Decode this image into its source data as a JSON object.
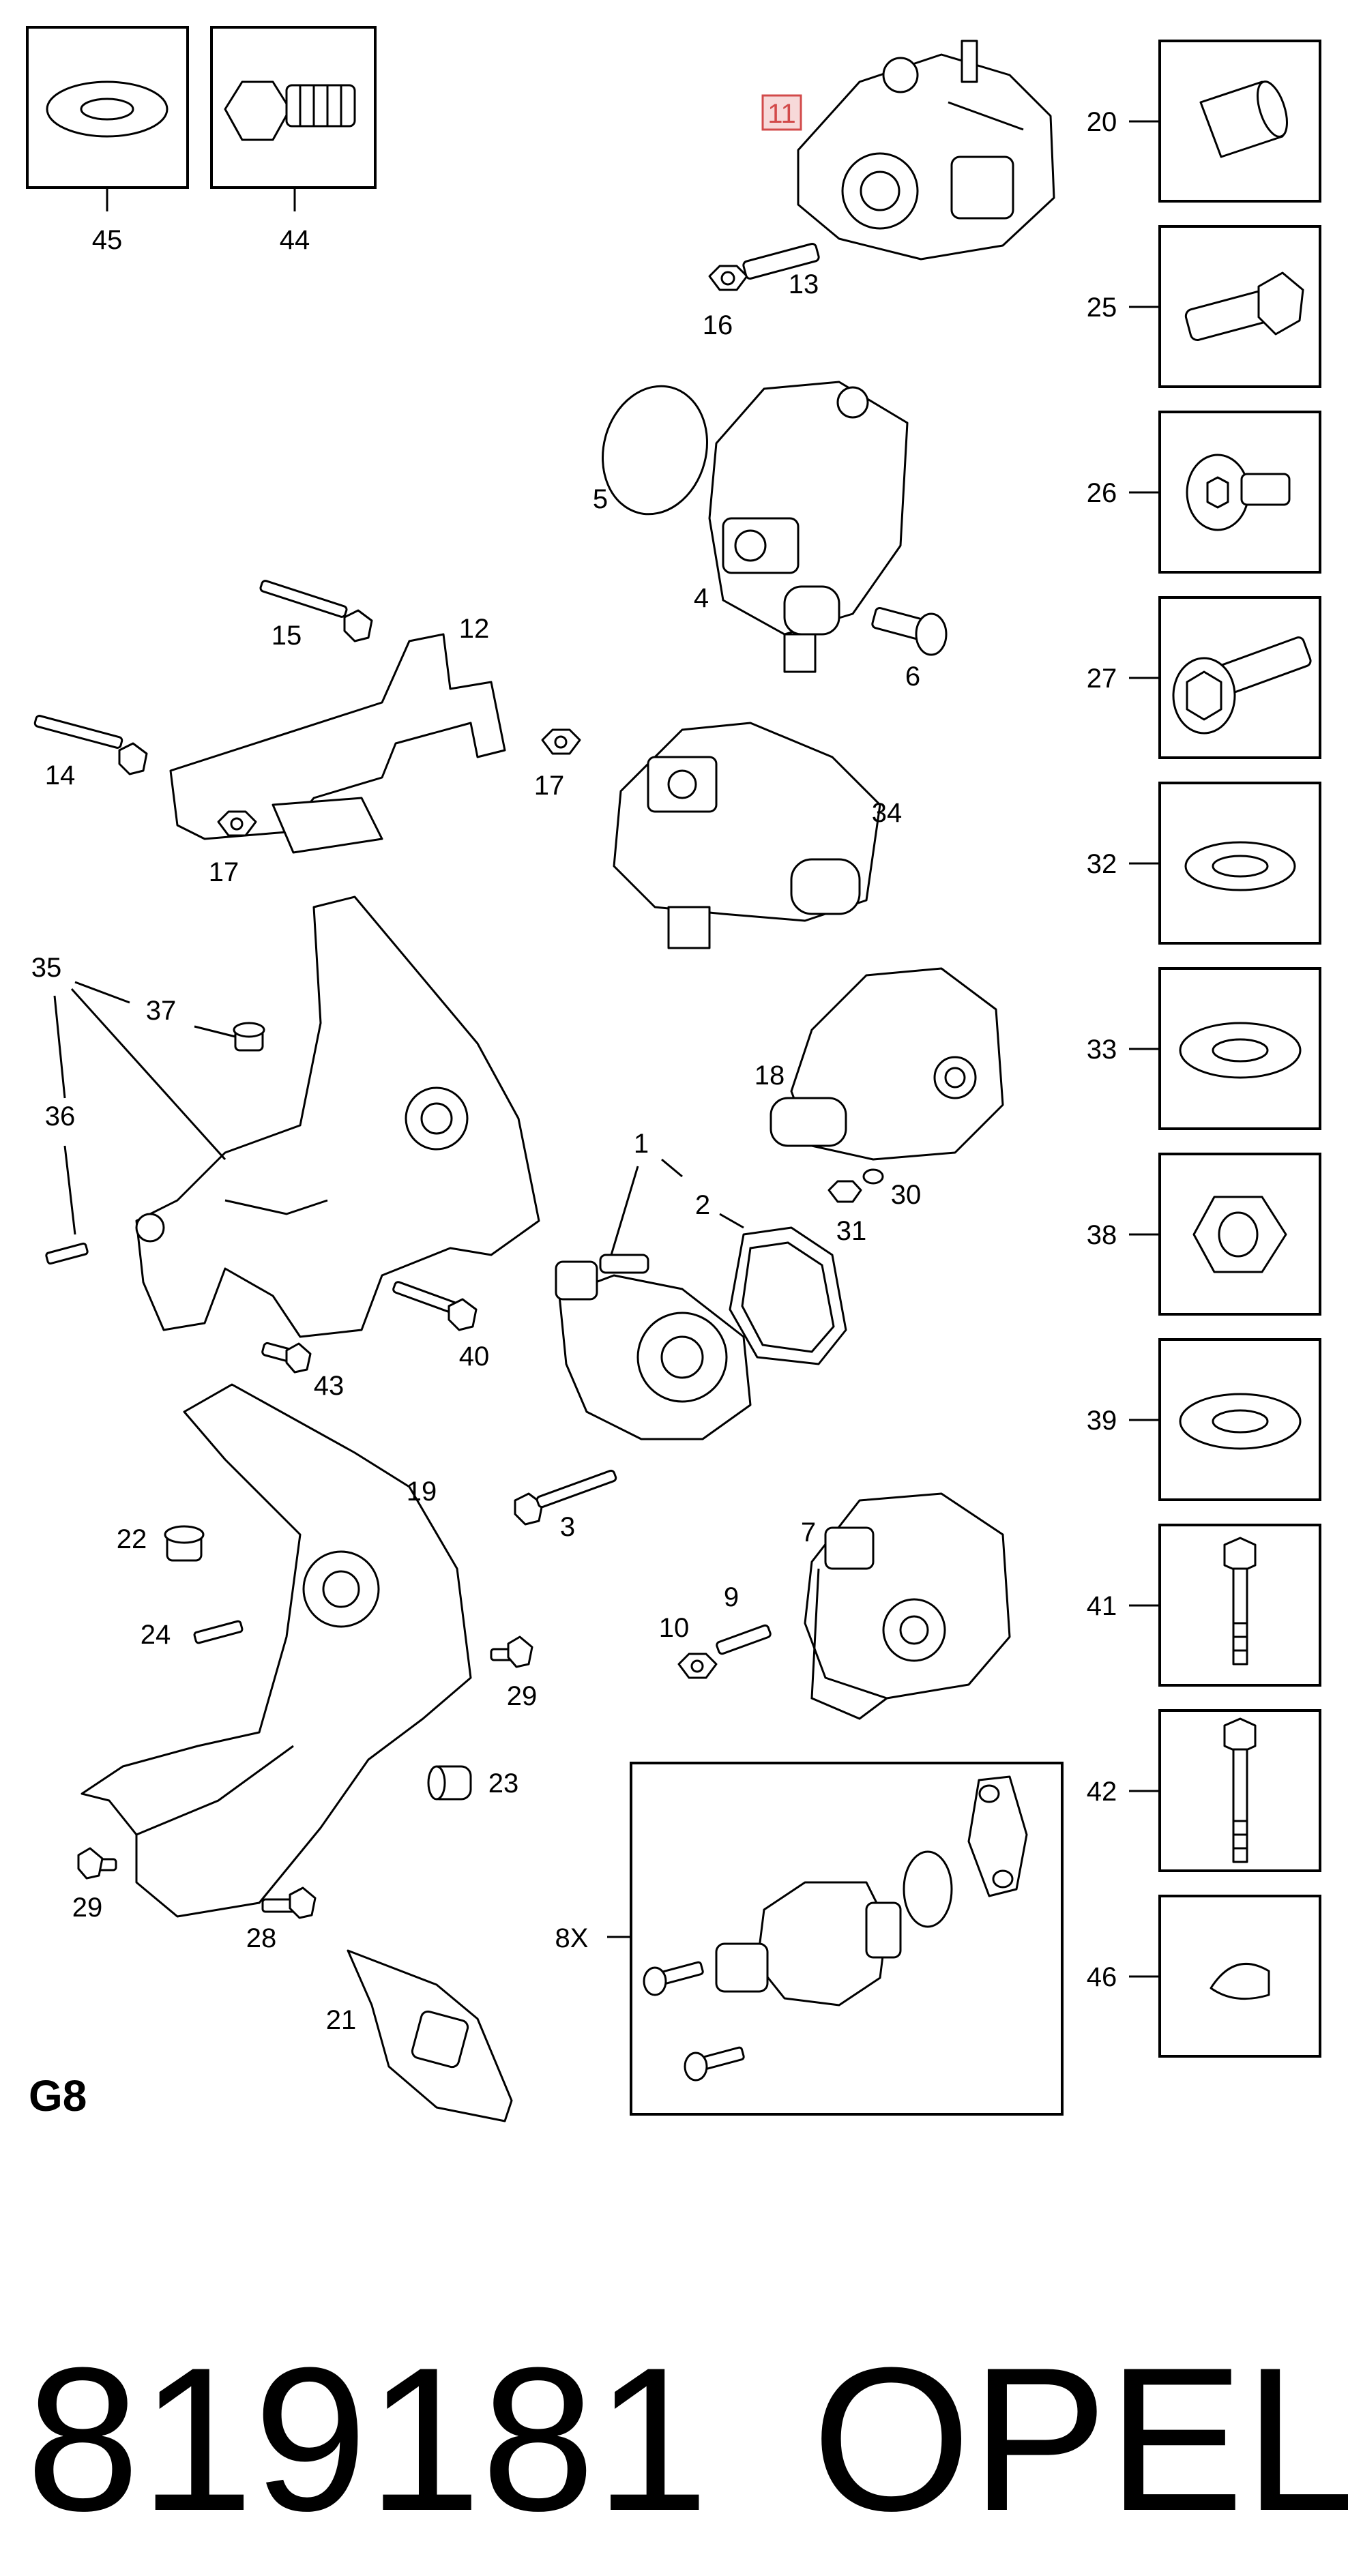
{
  "diagram": {
    "group_code": "G8",
    "highlighted_callout": "11",
    "callouts": [
      "45",
      "44",
      "11",
      "13",
      "16",
      "20",
      "25",
      "26",
      "27",
      "32",
      "33",
      "38",
      "39",
      "41",
      "42",
      "46",
      "5",
      "4",
      "6",
      "12",
      "15",
      "14",
      "17",
      "17",
      "34",
      "35",
      "37",
      "36",
      "18",
      "1",
      "2",
      "31",
      "30",
      "40",
      "43",
      "3",
      "19",
      "22",
      "24",
      "7",
      "9",
      "10",
      "29",
      "23",
      "29",
      "28",
      "21",
      "8X"
    ]
  },
  "footer": {
    "part_number": "819181",
    "brand": "OPEL"
  }
}
